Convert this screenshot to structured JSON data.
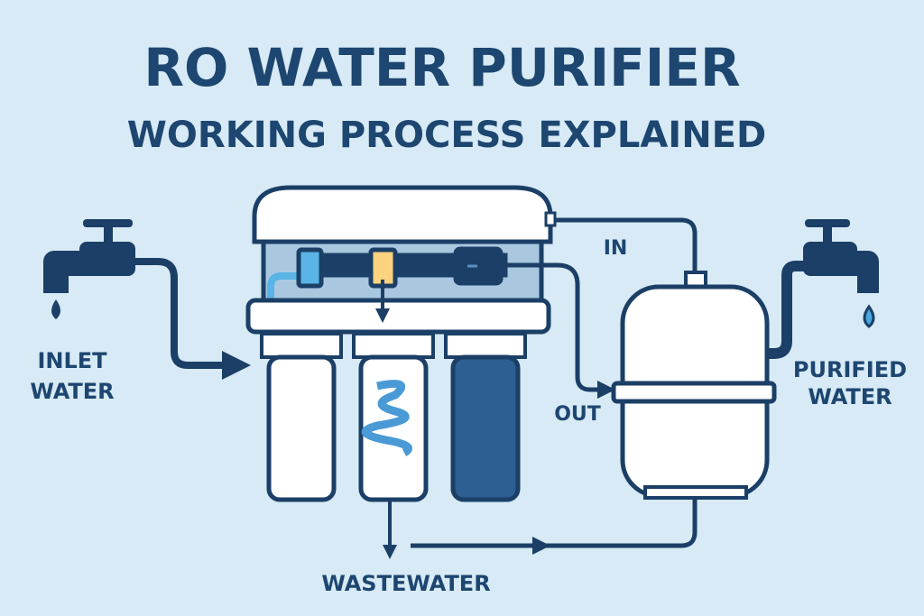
{
  "title": "RO WATER PURIFIER",
  "subtitle": "WORKING PROCESS EXPLAINED",
  "labels": {
    "inlet_1": "INLET",
    "inlet_2": "WATER",
    "in": "IN",
    "out": "OUT",
    "wastewater": "WASTEWATER",
    "purified_1": "PURIFIED",
    "purified_2": "WATER"
  },
  "colors": {
    "background": "#d7eaf5",
    "navy": "#1b3f66",
    "carbon": "#2d5f93",
    "sediment": "#5ab4e5",
    "valve": "#fcd37e"
  }
}
